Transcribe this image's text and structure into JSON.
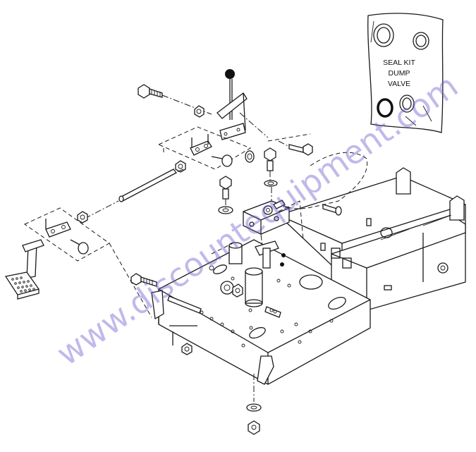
{
  "seal_kit": {
    "line1": "SEAL KIT",
    "line2": "DUMP",
    "line3": "VALVE"
  },
  "watermark": "www.discountequipment.com"
}
